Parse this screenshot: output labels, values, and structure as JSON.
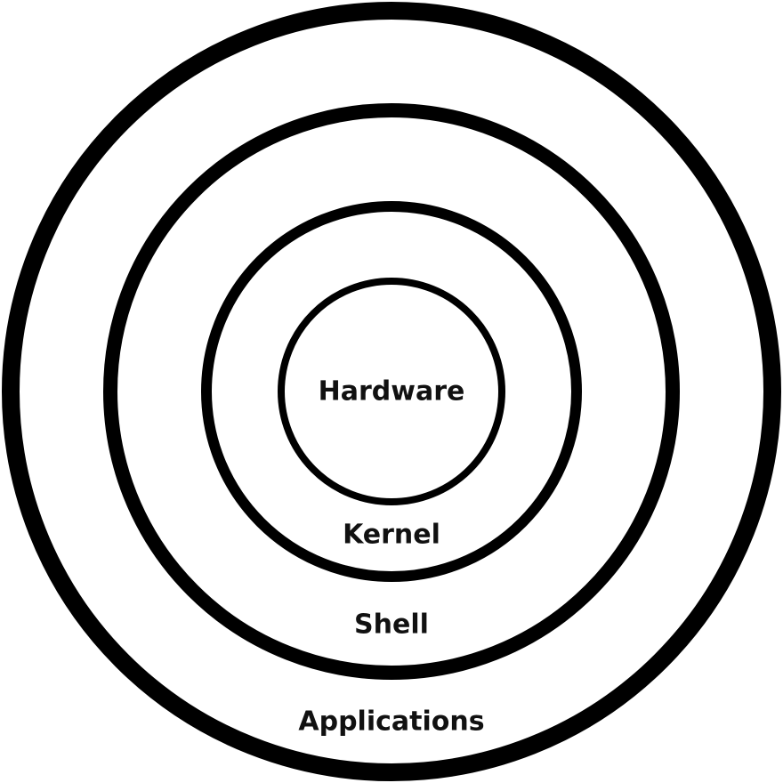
{
  "diagram": {
    "stroke_color": "#000000",
    "text_color": "#111111",
    "background_color": "#ffffff",
    "layers": [
      {
        "label": "Hardware"
      },
      {
        "label": "Kernel"
      },
      {
        "label": "Shell"
      },
      {
        "label": "Applications"
      }
    ]
  }
}
